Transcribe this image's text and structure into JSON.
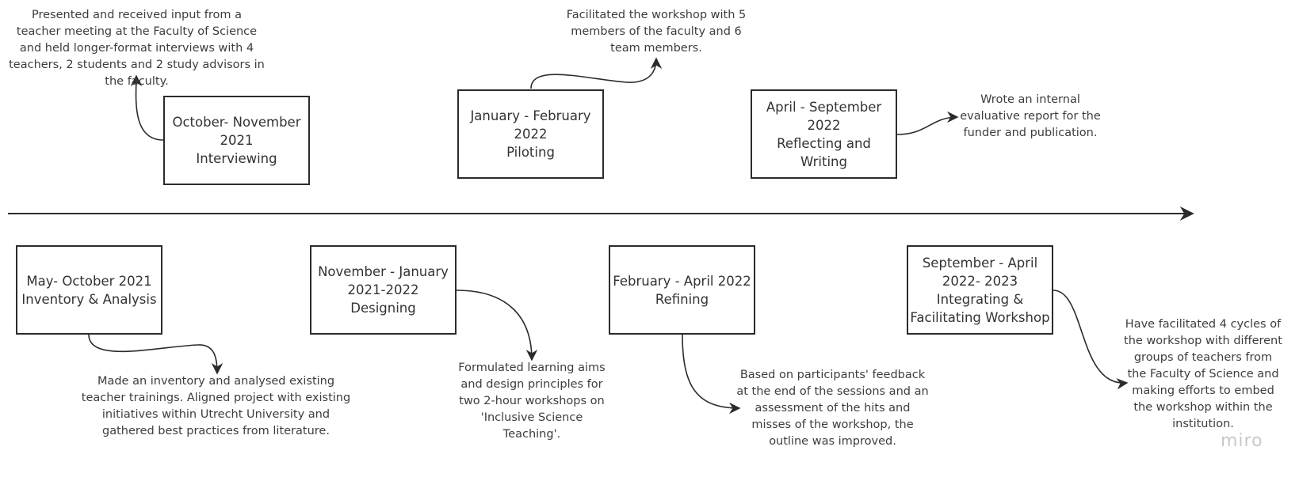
{
  "timeline": {
    "top": [
      {
        "id": "interviewing",
        "box": [
          "October- November",
          "2021",
          "Interviewing"
        ],
        "note": "Presented and received input from a teacher meeting at the Faculty of Science and held longer-format interviews with 4 teachers, 2 students and 2 study advisors in the faculty."
      },
      {
        "id": "piloting",
        "box": [
          "January - February",
          "2022",
          "Piloting"
        ],
        "note": "Facilitated the workshop  with 5 members of the faculty and 6 team members."
      },
      {
        "id": "reflecting",
        "box": [
          "April - September",
          "2022",
          "Reflecting and Writing"
        ],
        "note": "Wrote an internal evaluative report for the funder and publication."
      }
    ],
    "bottom": [
      {
        "id": "inventory",
        "box": [
          "May- October 2021",
          "Inventory & Analysis"
        ],
        "note": "Made an inventory and analysed existing teacher trainings. Aligned project with existing initiatives within Utrecht University  and gathered best practices from literature."
      },
      {
        "id": "designing",
        "box": [
          "November - January",
          "2021-2022",
          "Designing"
        ],
        "note": "Formulated learning aims and design principles for two 2-hour workshops on 'Inclusive Science Teaching'."
      },
      {
        "id": "refining",
        "box": [
          "February - April 2022",
          "Refining"
        ],
        "note": "Based on participants' feedback at the end of the sessions and an assessment of the hits and misses of the workshop, the outline was improved."
      },
      {
        "id": "integrating",
        "box": [
          "September - April",
          "2022- 2023",
          "Integrating &",
          "Facilitating Workshop"
        ],
        "note": "Have facilitated 4 cycles of the workshop with different groups of teachers from the Faculty of Science and making efforts to embed the workshop within the institution."
      }
    ]
  },
  "watermark": "miro"
}
